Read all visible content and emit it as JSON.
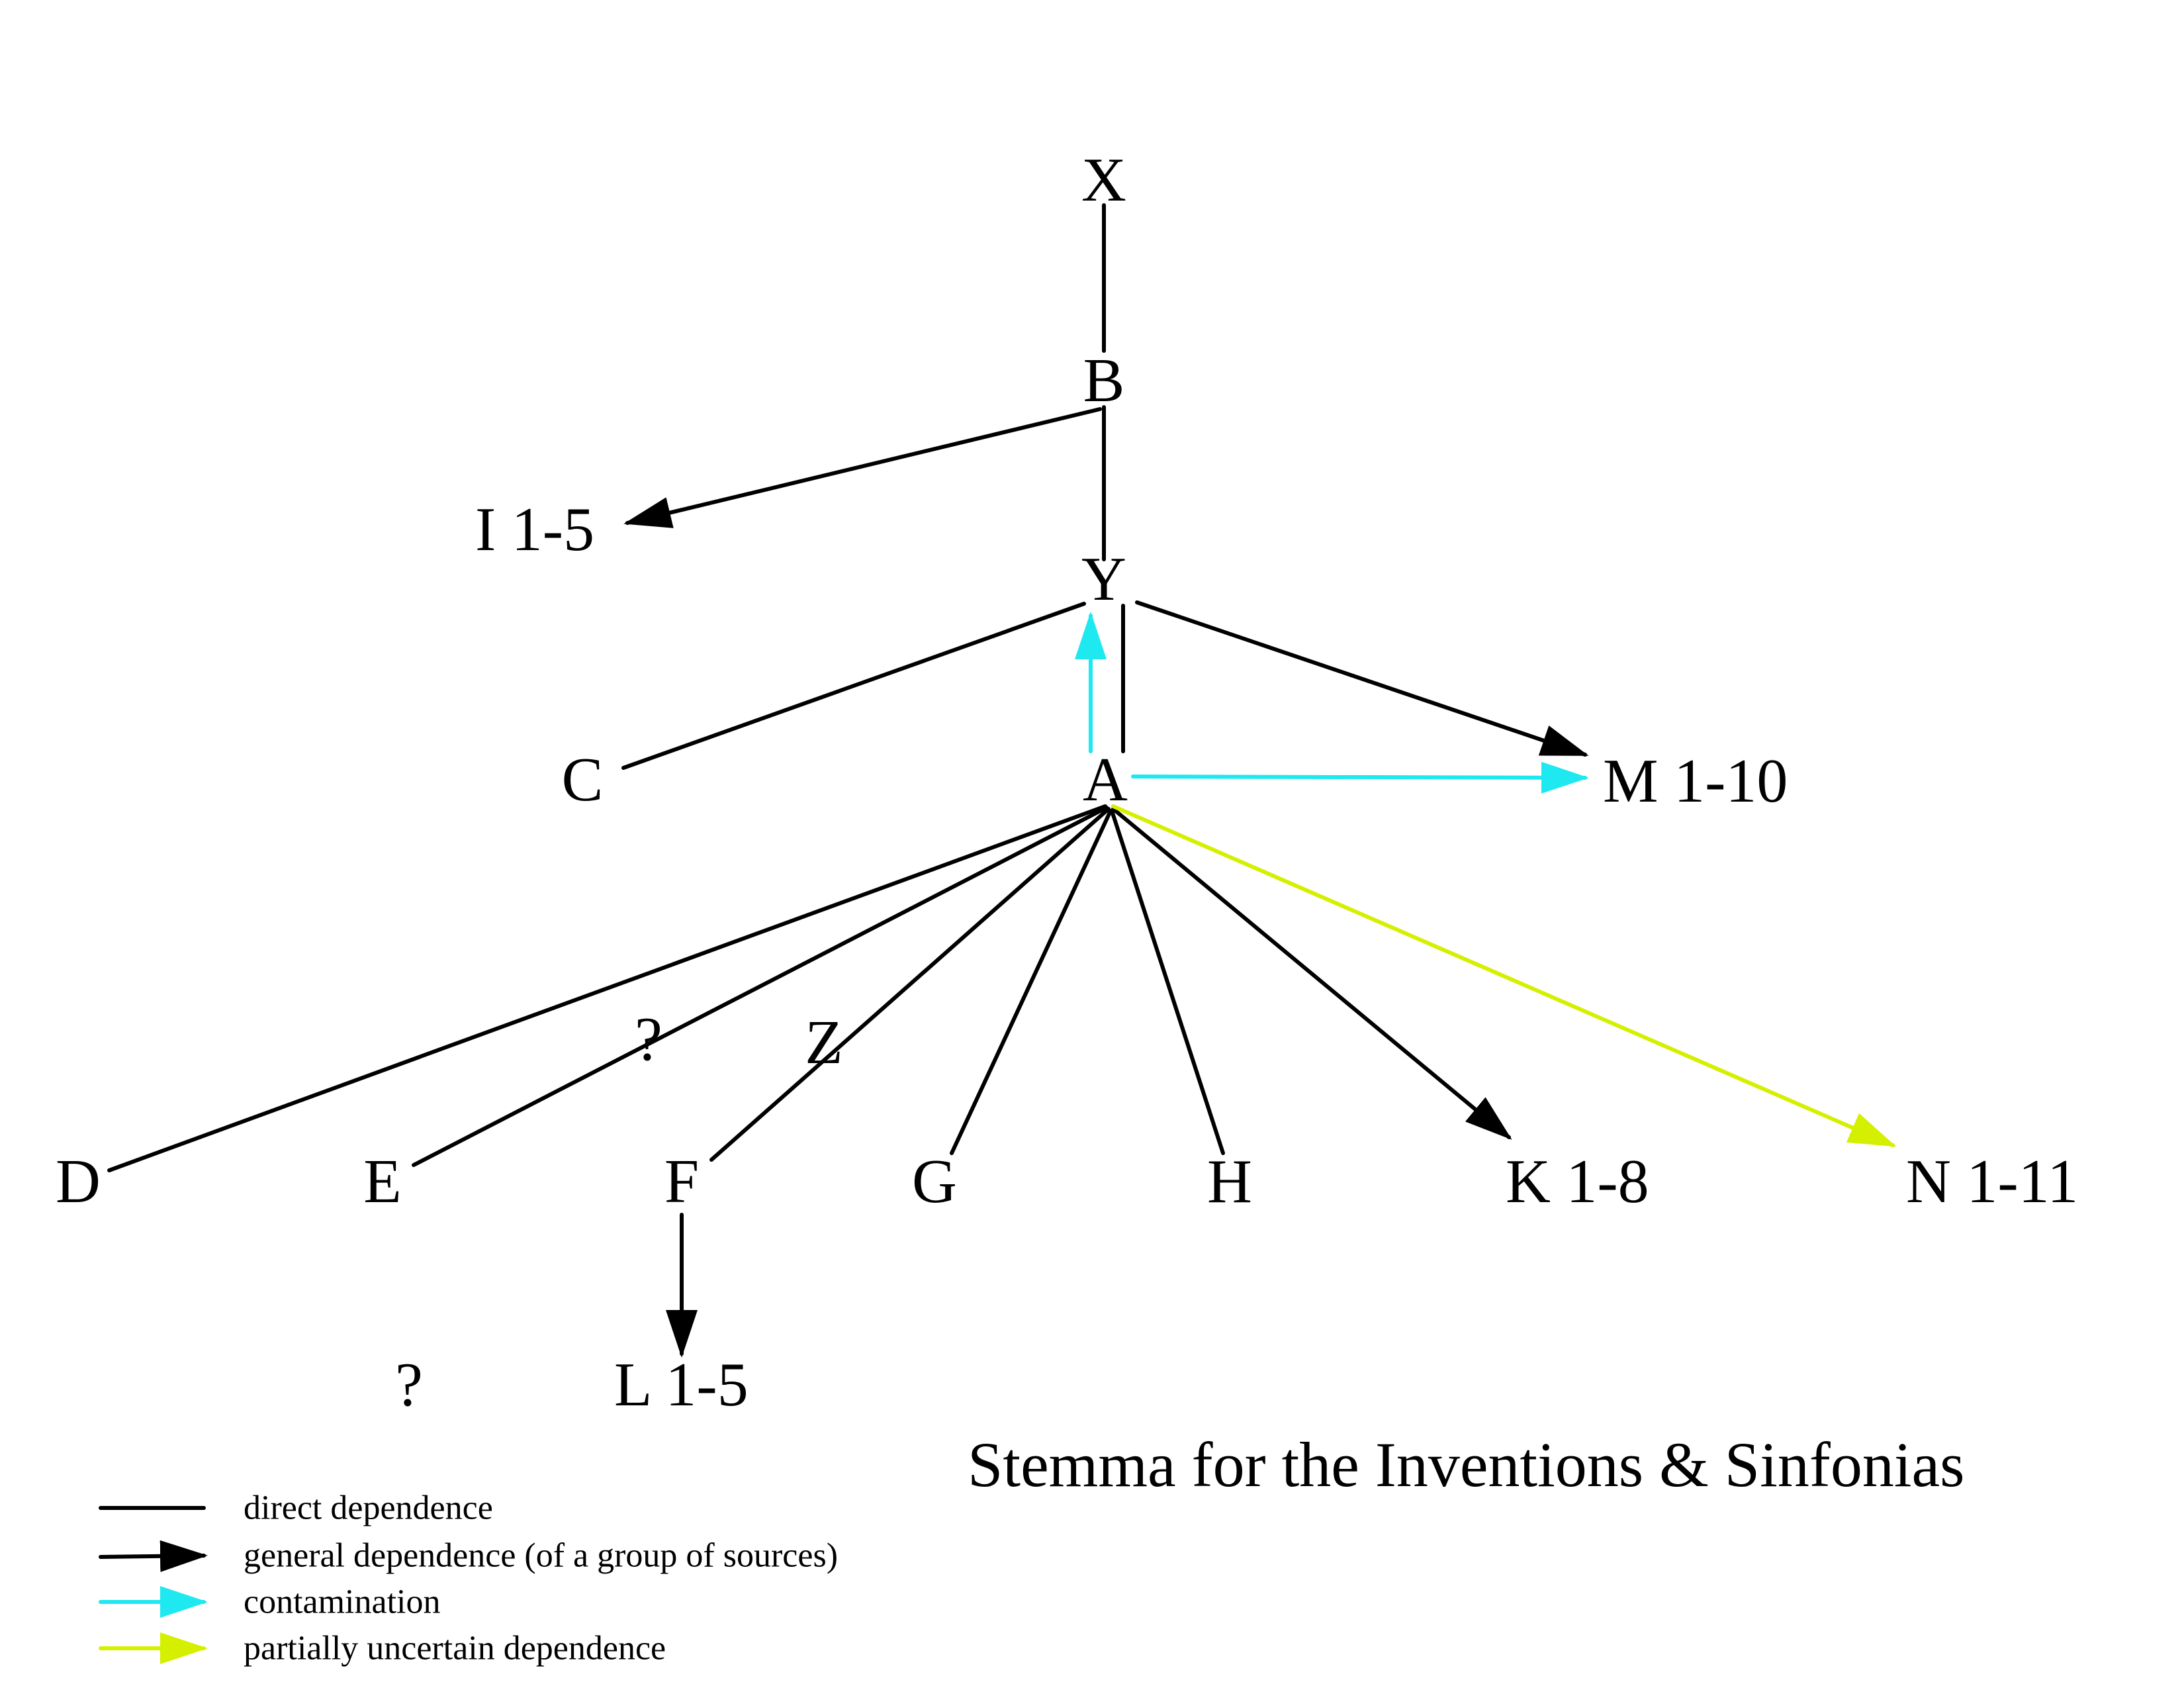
{
  "title": "Stemma for the Inventions & Sinfonias",
  "colors": {
    "direct": "#000000",
    "general": "#000000",
    "contamination": "#1ee8f0",
    "uncertain": "#d4f000"
  },
  "nodes": {
    "X": "X",
    "B": "B",
    "I": "I 1-5",
    "Y": "Y",
    "C": "C",
    "A": "A",
    "M": "M 1-10",
    "D": "D",
    "E": "E",
    "Z": "Z",
    "F": "F",
    "G": "G",
    "H": "H",
    "K": "K 1-8",
    "N": "N 1-11",
    "Q1": "?",
    "Q2": "?",
    "L": "L 1-5"
  },
  "edges": [
    {
      "from": "X",
      "to": "B",
      "kind": "direct"
    },
    {
      "from": "B",
      "to": "Y",
      "kind": "direct"
    },
    {
      "from": "B",
      "to": "I",
      "kind": "general"
    },
    {
      "from": "Y",
      "to": "C",
      "kind": "direct"
    },
    {
      "from": "Y",
      "to": "A",
      "kind": "direct"
    },
    {
      "from": "A",
      "to": "Y",
      "kind": "contamination"
    },
    {
      "from": "Y",
      "to": "M",
      "kind": "general"
    },
    {
      "from": "A",
      "to": "M",
      "kind": "contamination"
    },
    {
      "from": "A",
      "to": "D",
      "kind": "direct"
    },
    {
      "from": "A",
      "to": "E",
      "kind": "direct"
    },
    {
      "from": "A",
      "to": "F",
      "kind": "direct"
    },
    {
      "from": "A",
      "to": "G",
      "kind": "direct"
    },
    {
      "from": "A",
      "to": "H",
      "kind": "direct"
    },
    {
      "from": "A",
      "to": "K",
      "kind": "general"
    },
    {
      "from": "A",
      "to": "N",
      "kind": "uncertain"
    },
    {
      "from": "F",
      "to": "L",
      "kind": "general"
    },
    {
      "from": "Q2",
      "to": "L",
      "kind": "contamination"
    }
  ],
  "legend": [
    {
      "kind": "direct",
      "label": "direct dependence"
    },
    {
      "kind": "general",
      "label": "general dependence (of a group of sources)"
    },
    {
      "kind": "contamination",
      "label": "contamination"
    },
    {
      "kind": "uncertain",
      "label": "partially uncertain dependence"
    }
  ]
}
